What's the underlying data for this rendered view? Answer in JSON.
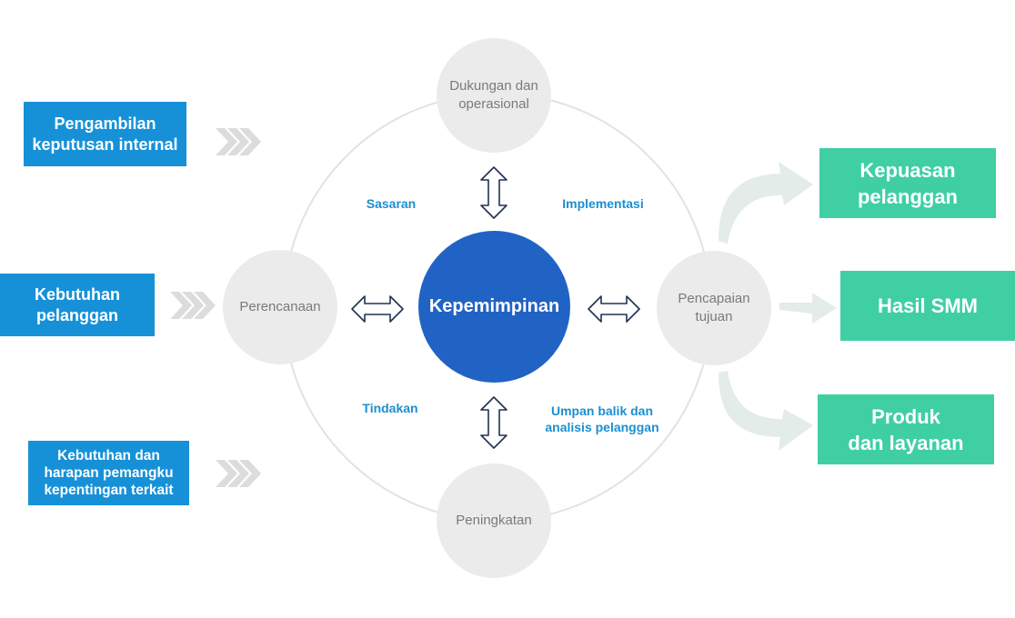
{
  "center": {
    "label": "Kepemimpinan"
  },
  "nodes": {
    "top": "Dukungan dan\noperasional",
    "left": "Perencanaan",
    "right": "Pencapaian\ntujuan",
    "bottom": "Peningkatan"
  },
  "quadrants": {
    "top_left": "Sasaran",
    "top_right": "Implementasi",
    "bottom_left": "Tindakan",
    "bottom_right": "Umpan balik dan\nanalisis pelanggan"
  },
  "inputs": [
    "Pengambilan\nkeputusan internal",
    "Kebutuhan\npelanggan",
    "Kebutuhan dan\nharapan pemangku\nkepentingan terkait"
  ],
  "outputs": [
    "Kepuasan\npelanggan",
    "Hasil SMM",
    "Produk\ndan layanan"
  ],
  "colors": {
    "center": "#2163c4",
    "node": "#ebebeb",
    "input_box": "#1691d8",
    "output_box": "#3fcfa3",
    "quad_text": "#1b8fd0",
    "ring": "#e2e2e2",
    "chevron": "#dcdcdc",
    "output_arrow": "#e3ece8"
  },
  "icons": {
    "double_arrow": "double-arrow-icon",
    "chevron": "triple-chevron-icon",
    "output_arrow": "curved-arrow-icon"
  }
}
